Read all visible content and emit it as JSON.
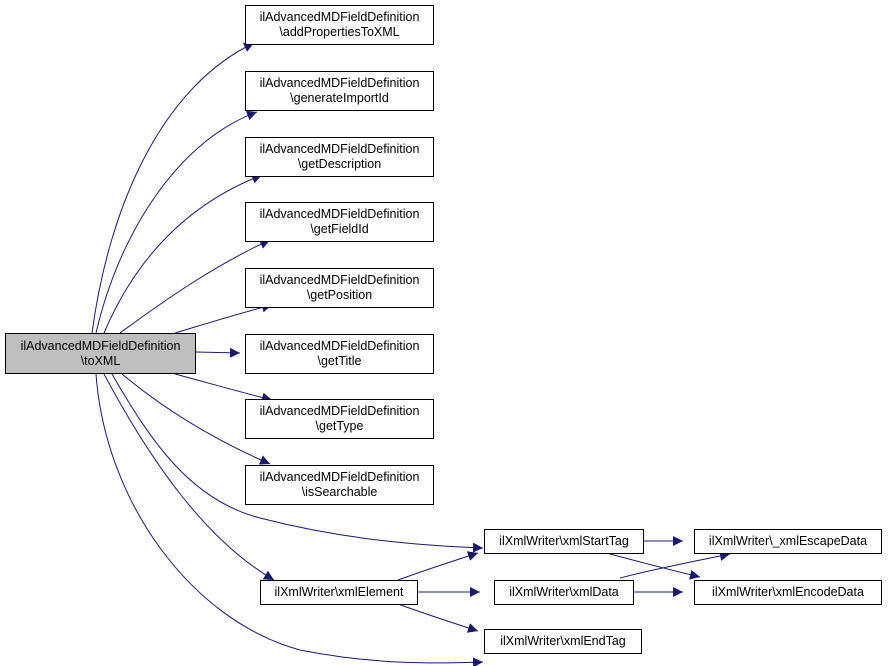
{
  "colors": {
    "edge": "#191970",
    "node_border": "#000000",
    "root_fill": "#bfbfbf",
    "node_fill": "#ffffff"
  },
  "nodes": {
    "root": {
      "line1": "ilAdvancedMDFieldDefinition",
      "line2": "\\toXML"
    },
    "add_properties": {
      "line1": "ilAdvancedMDFieldDefinition",
      "line2": "\\addPropertiesToXML"
    },
    "generate_import_id": {
      "line1": "ilAdvancedMDFieldDefinition",
      "line2": "\\generateImportId"
    },
    "get_description": {
      "line1": "ilAdvancedMDFieldDefinition",
      "line2": "\\getDescription"
    },
    "get_field_id": {
      "line1": "ilAdvancedMDFieldDefinition",
      "line2": "\\getFieldId"
    },
    "get_position": {
      "line1": "ilAdvancedMDFieldDefinition",
      "line2": "\\getPosition"
    },
    "get_title": {
      "line1": "ilAdvancedMDFieldDefinition",
      "line2": "\\getTitle"
    },
    "get_type": {
      "line1": "ilAdvancedMDFieldDefinition",
      "line2": "\\getType"
    },
    "is_searchable": {
      "line1": "ilAdvancedMDFieldDefinition",
      "line2": "\\isSearchable"
    },
    "xml_start_tag": {
      "label": "ilXmlWriter\\xmlStartTag"
    },
    "xml_element": {
      "label": "ilXmlWriter\\xmlElement"
    },
    "xml_data": {
      "label": "ilXmlWriter\\xmlData"
    },
    "xml_end_tag": {
      "label": "ilXmlWriter\\xmlEndTag"
    },
    "xml_escape_data": {
      "label": "ilXmlWriter\\_xmlEscapeData"
    },
    "xml_encode_data": {
      "label": "ilXmlWriter\\xmlEncodeData"
    }
  }
}
